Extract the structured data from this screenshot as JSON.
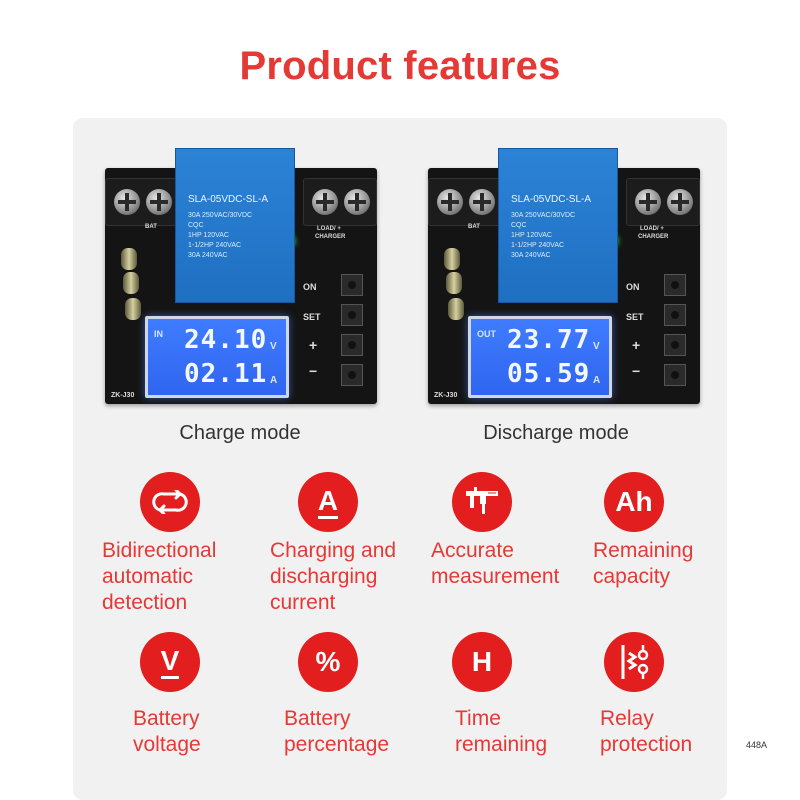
{
  "title": "Product features",
  "boards": [
    {
      "caption": "Charge mode",
      "relay_model": "SLA-05VDC-SL-A",
      "relay_lines": [
        "30A 250VAC/30VDC",
        "CQC",
        "1HP 120VAC",
        "1-1/2HP 240VAC",
        "30A 240VAC"
      ],
      "silk": {
        "bat": "BAT",
        "load": "LOAD/ +",
        "charger": "CHARGER",
        "on": "ON",
        "set": "SET",
        "plus": "+",
        "minus": "−",
        "model": "ZK-J30"
      },
      "lcd": {
        "label": "IN",
        "row1": "24.10",
        "unit1": "V",
        "row2": "02.11",
        "unit2": "A"
      }
    },
    {
      "caption": "Discharge mode",
      "relay_model": "SLA-05VDC-SL-A",
      "relay_lines": [
        "30A 250VAC/30VDC",
        "CQC",
        "1HP 120VAC",
        "1-1/2HP 240VAC",
        "30A 240VAC"
      ],
      "silk": {
        "bat": "BAT",
        "load": "LOAD/ +",
        "charger": "CHARGER",
        "on": "ON",
        "set": "SET",
        "plus": "+",
        "minus": "−",
        "model": "ZK-J30"
      },
      "lcd": {
        "label": "OUT",
        "row1": "23.77",
        "unit1": "V",
        "row2": "05.59",
        "unit2": "A"
      }
    }
  ],
  "features": [
    {
      "icon": "bidirectional-arrows-icon",
      "lines": [
        "Bidirectional",
        "automatic",
        "detection"
      ]
    },
    {
      "icon": "current-a-icon",
      "glyph": "A",
      "lines": [
        "Charging and",
        "discharging",
        "current"
      ]
    },
    {
      "icon": "caliper-icon",
      "lines": [
        "Accurate",
        "measurement"
      ]
    },
    {
      "icon": "ah-icon",
      "glyph": "Ah",
      "lines": [
        "Remaining",
        "capacity"
      ]
    },
    {
      "icon": "voltage-v-icon",
      "glyph": "V",
      "lines": [
        "Battery",
        "voltage"
      ]
    },
    {
      "icon": "percent-icon",
      "glyph": "%",
      "lines": [
        "Battery",
        "percentage"
      ]
    },
    {
      "icon": "hour-h-icon",
      "glyph": "H",
      "lines": [
        "Time",
        "remaining"
      ]
    },
    {
      "icon": "relay-symbol-icon",
      "lines": [
        "Relay",
        "protection"
      ]
    }
  ],
  "side_note": "448A",
  "colors": {
    "accent": "#e31e1e",
    "text_accent": "#e53935",
    "panel": "#f1f1f1",
    "relay": "#2c83d6",
    "lcd": "#3f7cff"
  }
}
